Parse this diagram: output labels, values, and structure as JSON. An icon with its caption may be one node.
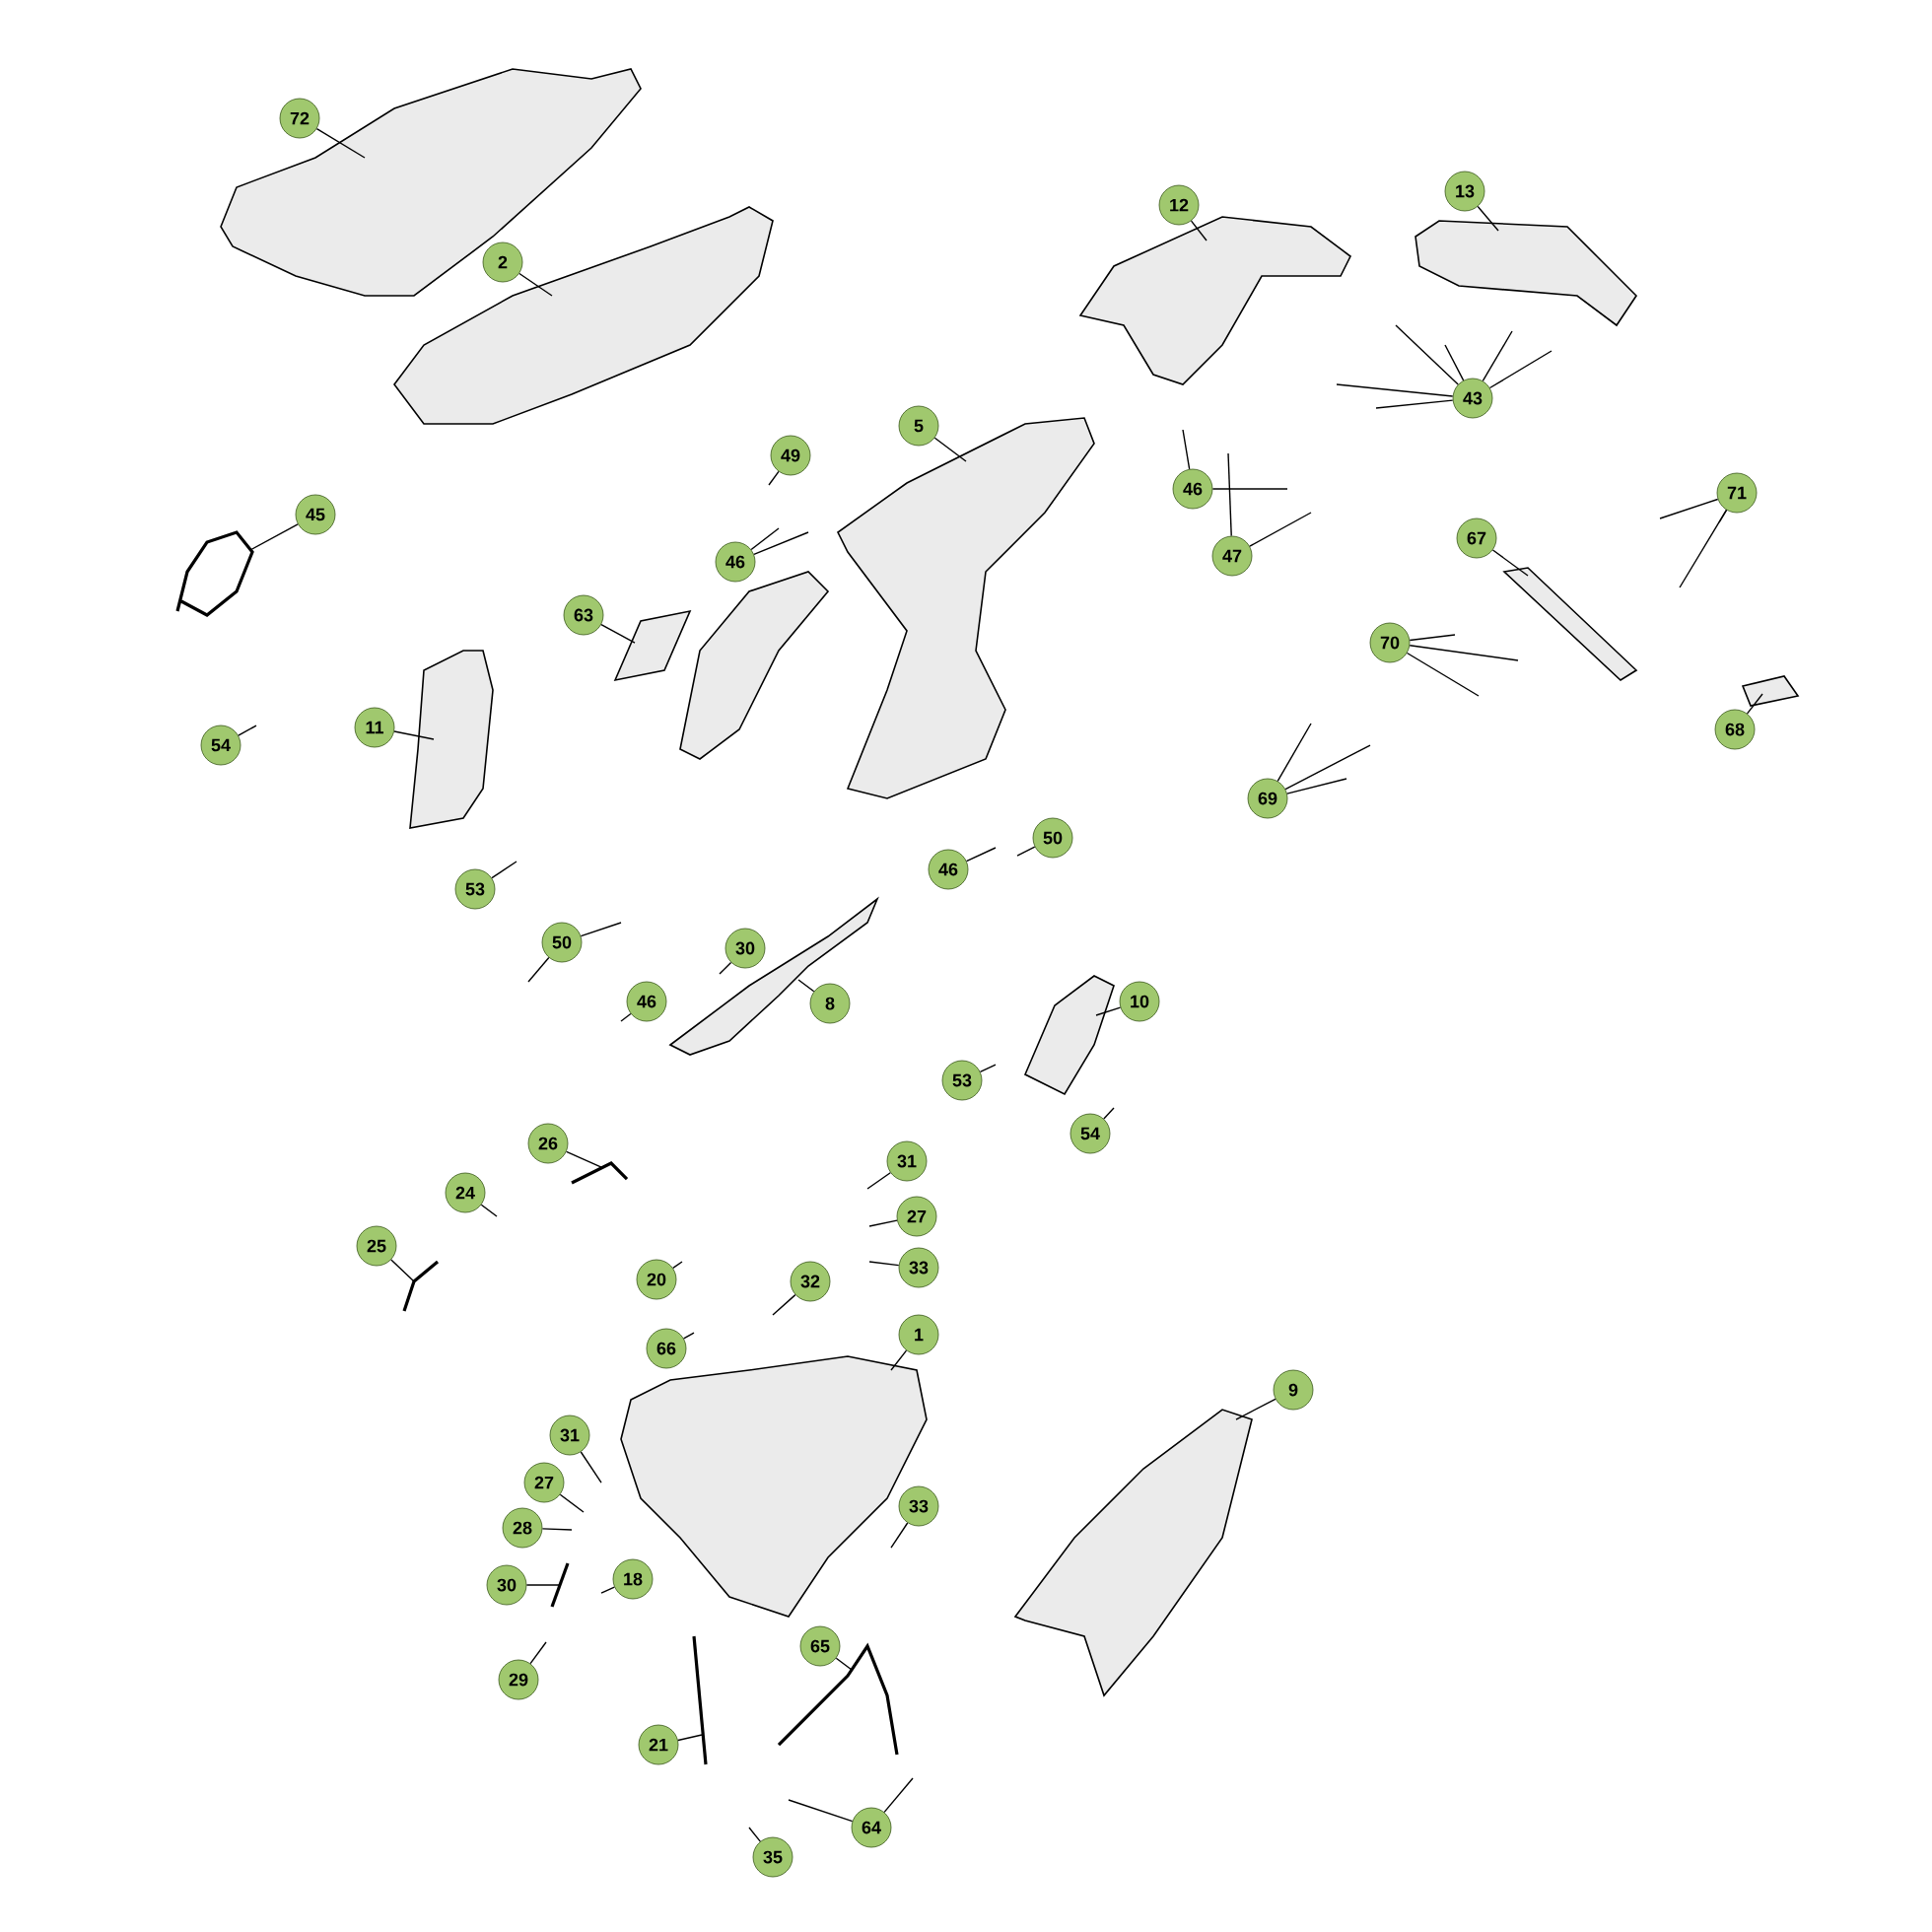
{
  "diagram": {
    "nodes": [
      {
        "text": [
          "72"
        ]
      },
      {
        "text": [
          "12"
        ]
      },
      {
        "text": [
          "13"
        ]
      },
      {
        "text": [
          "2"
        ]
      },
      {
        "text": [
          "43"
        ]
      },
      {
        "text": [
          "5"
        ]
      },
      {
        "text": [
          "49"
        ]
      },
      {
        "text": [
          "46"
        ]
      },
      {
        "text": [
          "46"
        ]
      },
      {
        "text": [
          "47"
        ]
      },
      {
        "text": [
          "71"
        ]
      },
      {
        "text": [
          "67"
        ]
      },
      {
        "text": [
          "45"
        ]
      },
      {
        "text": [
          "63"
        ]
      },
      {
        "text": [
          "11"
        ]
      },
      {
        "text": [
          "54"
        ]
      },
      {
        "text": [
          "68"
        ]
      },
      {
        "text": [
          "70"
        ]
      },
      {
        "text": [
          "69"
        ]
      },
      {
        "text": [
          "50"
        ]
      },
      {
        "text": [
          "46"
        ]
      },
      {
        "text": [
          "53"
        ]
      },
      {
        "text": [
          "50"
        ]
      },
      {
        "text": [
          "30"
        ]
      },
      {
        "text": [
          "46"
        ]
      },
      {
        "text": [
          "8"
        ]
      },
      {
        "text": [
          "10"
        ]
      },
      {
        "text": [
          "53"
        ]
      },
      {
        "text": [
          "54"
        ]
      },
      {
        "text": [
          "26"
        ]
      },
      {
        "text": [
          "31"
        ]
      },
      {
        "text": [
          "27"
        ]
      },
      {
        "text": [
          "24"
        ]
      },
      {
        "text": [
          "33"
        ]
      },
      {
        "text": [
          "25"
        ]
      },
      {
        "text": [
          "20"
        ]
      },
      {
        "text": [
          "32"
        ]
      },
      {
        "text": [
          "1"
        ]
      },
      {
        "text": [
          "66"
        ]
      },
      {
        "text": [
          "9"
        ]
      },
      {
        "text": [
          "31"
        ]
      },
      {
        "text": [
          "27"
        ]
      },
      {
        "text": [
          "33"
        ]
      },
      {
        "text": [
          "28"
        ]
      },
      {
        "text": [
          "18"
        ]
      },
      {
        "text": [
          "30"
        ]
      },
      {
        "text": [
          "29"
        ]
      },
      {
        "text": [
          "65"
        ]
      },
      {
        "text": [
          "21"
        ]
      },
      {
        "text": [
          "64"
        ]
      },
      {
        "text": [
          "35"
        ]
      },
      {
        "text": [],
        "shape": "picture"
      },
      {
        "text": [],
        "shape": "picture"
      },
      {
        "text": [],
        "shape": "picture"
      },
      {
        "text": [],
        "shape": "picture"
      },
      {
        "text": [],
        "shape": "picture"
      },
      {
        "text": [],
        "shape": "picture"
      },
      {
        "text": [],
        "shape": "picture"
      },
      {
        "text": [],
        "shape": "picture"
      },
      {
        "text": [],
        "shape": "picture"
      },
      {
        "text": [],
        "shape": "picture"
      },
      {
        "text": [],
        "shape": "picture"
      },
      {
        "text": [],
        "shape": "picture"
      },
      {
        "text": [],
        "shape": "picture"
      },
      {
        "text": [],
        "shape": "picture"
      },
      {
        "text": [],
        "shape": "picture"
      },
      {
        "text": [],
        "shape": "picture"
      },
      {
        "text": [],
        "shape": "picture"
      },
      {
        "text": [],
        "shape": "picture"
      },
      {
        "text": [],
        "shape": "picture"
      }
    ],
    "edges": [
      {
        "from": 0,
        "to": 51,
        "arrow": "none"
      },
      {
        "from": 1,
        "to": 53,
        "arrow": "none"
      },
      {
        "from": 2,
        "to": 54,
        "arrow": "none"
      },
      {
        "from": 3,
        "to": 52,
        "arrow": "none"
      },
      {
        "from": 4,
        "to": null,
        "arrow": "none"
      },
      {
        "from": 4,
        "to": null,
        "arrow": "none"
      },
      {
        "from": 4,
        "to": null,
        "arrow": "none"
      },
      {
        "from": 4,
        "to": null,
        "arrow": "none"
      },
      {
        "from": 4,
        "to": null,
        "arrow": "none"
      },
      {
        "from": 4,
        "to": null,
        "arrow": "none"
      },
      {
        "from": 5,
        "to": 55,
        "arrow": "none"
      },
      {
        "from": 6,
        "to": null,
        "arrow": "none"
      },
      {
        "from": 7,
        "to": null,
        "arrow": "none"
      },
      {
        "from": 7,
        "to": null,
        "arrow": "none"
      },
      {
        "from": 8,
        "to": null,
        "arrow": "none"
      },
      {
        "from": 8,
        "to": null,
        "arrow": "none"
      },
      {
        "from": 9,
        "to": null,
        "arrow": "none"
      },
      {
        "from": 9,
        "to": null,
        "arrow": "none"
      },
      {
        "from": 10,
        "to": null,
        "arrow": "none"
      },
      {
        "from": 10,
        "to": null,
        "arrow": "none"
      },
      {
        "from": 10,
        "to": null,
        "arrow": "none"
      },
      {
        "from": 11,
        "to": 57,
        "arrow": "none"
      },
      {
        "from": 12,
        "to": 56,
        "arrow": "none"
      },
      {
        "from": 13,
        "to": 58,
        "arrow": "none"
      },
      {
        "from": 14,
        "to": 59,
        "arrow": "none"
      },
      {
        "from": 15,
        "to": null,
        "arrow": "none"
      },
      {
        "from": 16,
        "to": 60,
        "arrow": "none"
      },
      {
        "from": 17,
        "to": null,
        "arrow": "none"
      },
      {
        "from": 17,
        "to": null,
        "arrow": "none"
      },
      {
        "from": 17,
        "to": null,
        "arrow": "none"
      },
      {
        "from": 18,
        "to": null,
        "arrow": "none"
      },
      {
        "from": 18,
        "to": null,
        "arrow": "none"
      },
      {
        "from": 18,
        "to": null,
        "arrow": "none"
      },
      {
        "from": 19,
        "to": null,
        "arrow": "none"
      },
      {
        "from": 20,
        "to": null,
        "arrow": "none"
      },
      {
        "from": 21,
        "to": null,
        "arrow": "none"
      },
      {
        "from": 22,
        "to": null,
        "arrow": "none"
      },
      {
        "from": 22,
        "to": null,
        "arrow": "none"
      },
      {
        "from": 23,
        "to": null,
        "arrow": "none"
      },
      {
        "from": 24,
        "to": null,
        "arrow": "none"
      },
      {
        "from": 25,
        "to": 61,
        "arrow": "none"
      },
      {
        "from": 26,
        "to": 62,
        "arrow": "none"
      },
      {
        "from": 27,
        "to": null,
        "arrow": "none"
      },
      {
        "from": 28,
        "to": null,
        "arrow": "none"
      },
      {
        "from": 29,
        "to": 63,
        "arrow": "none"
      },
      {
        "from": 30,
        "to": null,
        "arrow": "none"
      },
      {
        "from": 31,
        "to": null,
        "arrow": "none"
      },
      {
        "from": 32,
        "to": null,
        "arrow": "none"
      },
      {
        "from": 33,
        "to": null,
        "arrow": "none"
      },
      {
        "from": 34,
        "to": 64,
        "arrow": "none"
      },
      {
        "from": 35,
        "to": null,
        "arrow": "none"
      },
      {
        "from": 36,
        "to": null,
        "arrow": "none"
      },
      {
        "from": 37,
        "to": 65,
        "arrow": "none"
      },
      {
        "from": 38,
        "to": null,
        "arrow": "none"
      },
      {
        "from": 39,
        "to": 66,
        "arrow": "none"
      },
      {
        "from": 40,
        "to": null,
        "arrow": "none"
      },
      {
        "from": 41,
        "to": null,
        "arrow": "none"
      },
      {
        "from": 42,
        "to": null,
        "arrow": "none"
      },
      {
        "from": 43,
        "to": null,
        "arrow": "none"
      },
      {
        "from": 44,
        "to": null,
        "arrow": "none"
      },
      {
        "from": 45,
        "to": 67,
        "arrow": "none"
      },
      {
        "from": 46,
        "to": null,
        "arrow": "none"
      },
      {
        "from": 47,
        "to": 69,
        "arrow": "none"
      },
      {
        "from": 48,
        "to": 68,
        "arrow": "none"
      },
      {
        "from": 49,
        "to": null,
        "arrow": "none"
      },
      {
        "from": 49,
        "to": null,
        "arrow": "none"
      },
      {
        "from": 50,
        "to": null,
        "arrow": "none"
      }
    ]
  }
}
